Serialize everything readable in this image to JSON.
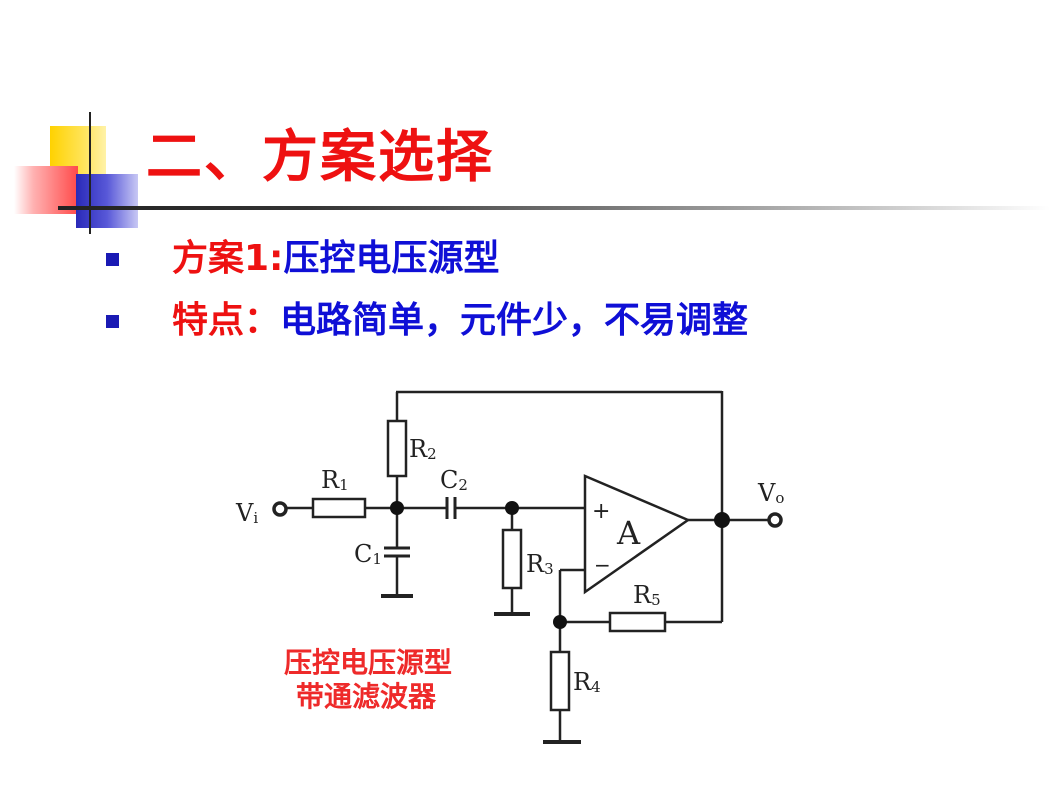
{
  "slide": {
    "title": "二、方案选择",
    "bullets": [
      {
        "label": "方案1:",
        "label_color": "#ee1111",
        "text": "压控电压源型",
        "text_color": "#0f0fd6"
      },
      {
        "label": "特点：",
        "label_color": "#ee1111",
        "text": "电路简单，元件少，不易调整",
        "text_color": "#0f0fd6"
      }
    ]
  },
  "circuit": {
    "input_label": {
      "main": "V",
      "sub": "i"
    },
    "output_label": {
      "main": "V",
      "sub": "o"
    },
    "components": {
      "r1": {
        "main": "R",
        "sub": "1"
      },
      "r2": {
        "main": "R",
        "sub": "2"
      },
      "r3": {
        "main": "R",
        "sub": "3"
      },
      "r4": {
        "main": "R",
        "sub": "4"
      },
      "r5": {
        "main": "R",
        "sub": "5"
      },
      "c1": {
        "main": "C",
        "sub": "1"
      },
      "c2": {
        "main": "C",
        "sub": "2"
      }
    },
    "opamp": {
      "label": "A",
      "plus": "+",
      "minus": "−"
    },
    "caption": [
      "压控电压源型",
      "带通滤波器"
    ]
  },
  "colors": {
    "title": "#ee1111",
    "bullet_marker": "#1a1ab4",
    "caption": "#ee2a2a",
    "wire": "#222222"
  }
}
